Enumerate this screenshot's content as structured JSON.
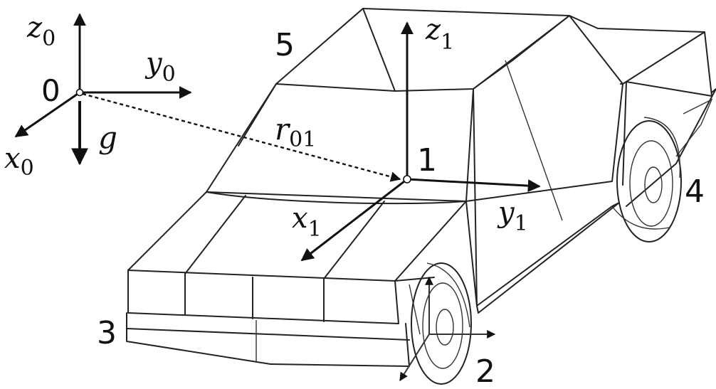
{
  "global_frame": {
    "origin_label": "0",
    "z_axis": {
      "symbol": "z",
      "subscript": "0"
    },
    "y_axis": {
      "symbol": "y",
      "subscript": "0"
    },
    "x_axis": {
      "symbol": "x",
      "subscript": "0"
    },
    "gravity": {
      "symbol": "g"
    }
  },
  "position_vector": {
    "symbol": "r",
    "subscript": "01"
  },
  "body_frame": {
    "origin_label": "1",
    "z_axis": {
      "symbol": "z",
      "subscript": "1"
    },
    "y_axis": {
      "symbol": "y",
      "subscript": "1"
    },
    "x_axis": {
      "symbol": "x",
      "subscript": "1"
    }
  },
  "part_labels": {
    "front_wheel": "2",
    "front_bumper": "3",
    "rear_wheel": "4",
    "roof": "5"
  }
}
